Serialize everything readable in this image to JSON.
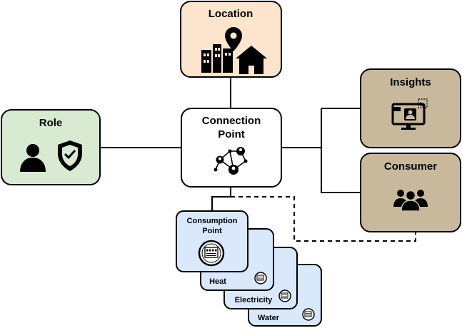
{
  "colors": {
    "location_fill": "#fde4cc",
    "role_fill": "#d9ead3",
    "connection_fill": "#ffffff",
    "insights_fill": "#c8b99c",
    "consumer_fill": "#c8b99c",
    "card_fill": "#dae8fc",
    "stroke": "#000000"
  },
  "nodes": {
    "location": {
      "title": "Location",
      "icon": "city-pin-icon"
    },
    "role": {
      "title": "Role",
      "icon": "person-shield-icon"
    },
    "connection_point": {
      "title_line1": "Connection",
      "title_line2": "Point",
      "icon": "network-people-icon"
    },
    "insights": {
      "title": "Insights",
      "icon": "monitor-profile-icon"
    },
    "consumer": {
      "title": "Consumer",
      "icon": "group-icon"
    }
  },
  "consumption_cards": {
    "front_line1": "Consumption",
    "front_line2": "Point",
    "heat": "Heat",
    "electricity": "Electricity",
    "water": "Water",
    "icon": "meter-icon"
  }
}
